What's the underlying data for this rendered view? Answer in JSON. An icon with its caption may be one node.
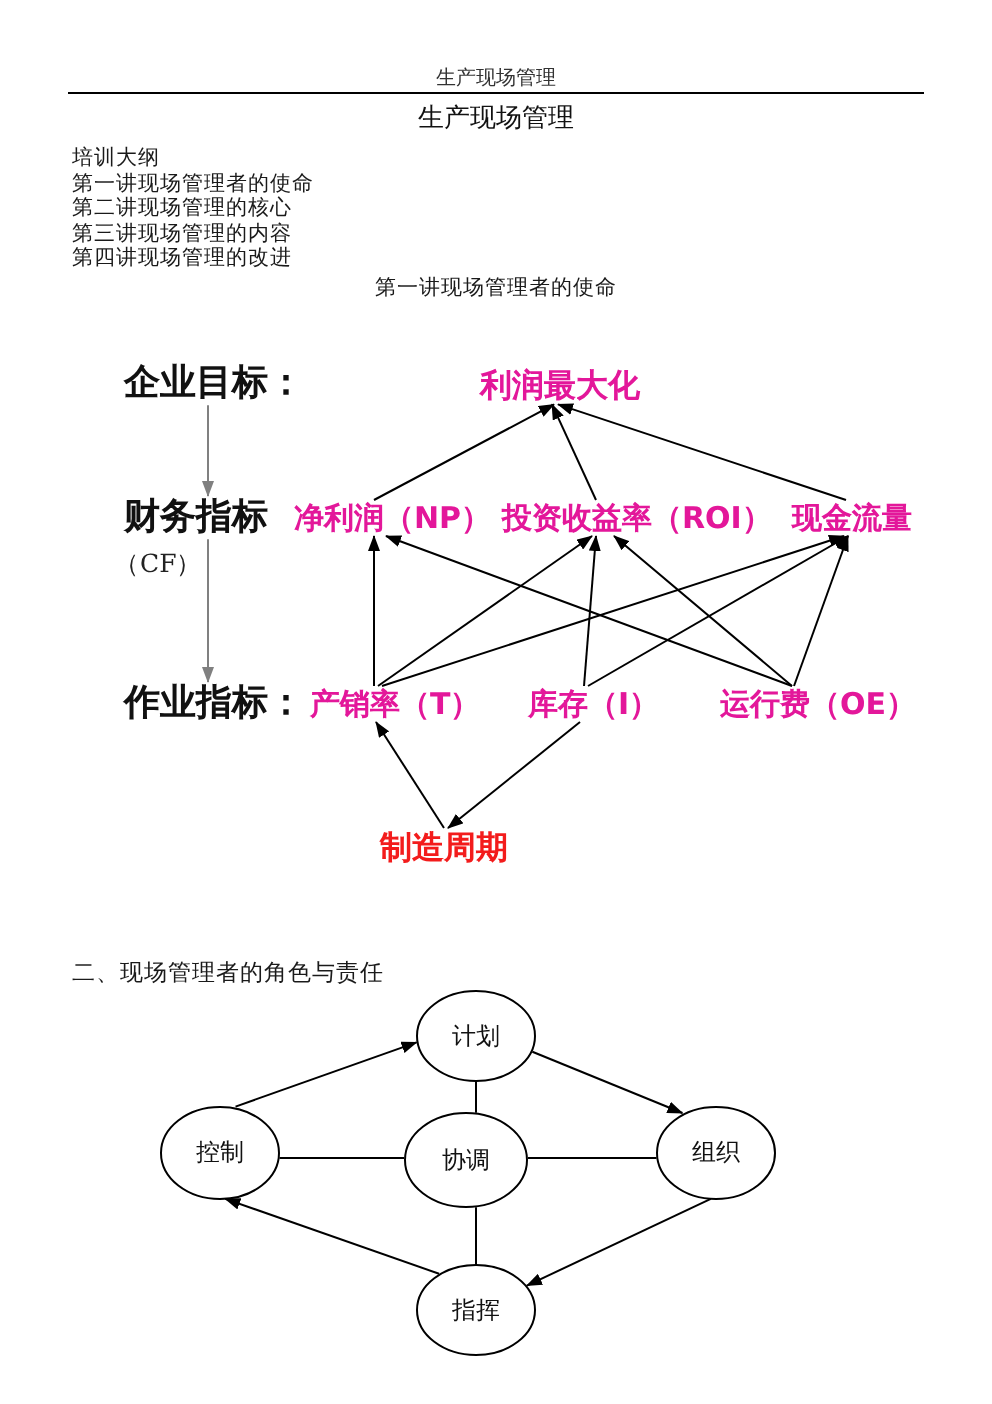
{
  "diagram": {
    "title": "生产现场管理",
    "nodes": [
      {
        "text": [
          "企业目标："
        ]
      },
      {
        "text": [
          "利润最大化"
        ]
      },
      {
        "text": [
          "财务指标"
        ],
        "beside": [
          "（CF）"
        ]
      },
      {
        "text": [
          "净利润（NP）"
        ]
      },
      {
        "text": [
          "投资收益率（ROI）"
        ]
      },
      {
        "text": [
          "现金流量"
        ]
      },
      {
        "text": [
          "作业指标："
        ]
      },
      {
        "text": [
          "产销率（T）"
        ]
      },
      {
        "text": [
          "库存（I）"
        ]
      },
      {
        "text": [
          "运行费（OE）"
        ]
      },
      {
        "text": [
          "制造周期"
        ]
      },
      {
        "text": [
          "计划"
        ]
      },
      {
        "text": [
          "控制"
        ]
      },
      {
        "text": [
          "协调"
        ]
      },
      {
        "text": [
          "组织"
        ]
      },
      {
        "text": [
          "指挥"
        ]
      }
    ],
    "edges": [
      {
        "from": 0,
        "to": 2,
        "arrow": "to",
        "color": "#808080"
      },
      {
        "from": 2,
        "to": 6,
        "arrow": "to",
        "color": "#808080"
      },
      {
        "from": 3,
        "to": 1,
        "arrow": "to"
      },
      {
        "from": 4,
        "to": 1,
        "arrow": "to"
      },
      {
        "from": 5,
        "to": 1,
        "arrow": "to"
      },
      {
        "from": 7,
        "to": 3,
        "arrow": "to"
      },
      {
        "from": 7,
        "to": 4,
        "arrow": "to"
      },
      {
        "from": 7,
        "to": 5,
        "arrow": "to"
      },
      {
        "from": 8,
        "to": 4,
        "arrow": "to"
      },
      {
        "from": 8,
        "to": 5,
        "arrow": "to"
      },
      {
        "from": 9,
        "to": 3,
        "arrow": "to"
      },
      {
        "from": 9,
        "to": 4,
        "arrow": "to"
      },
      {
        "from": 9,
        "to": 5,
        "arrow": "to"
      },
      {
        "from": 10,
        "to": 7,
        "arrow": "to"
      },
      {
        "from": 8,
        "to": 10,
        "arrow": "to"
      },
      {
        "from": 12,
        "to": 11,
        "arrow": "to"
      },
      {
        "from": 11,
        "to": 14,
        "arrow": "to"
      },
      {
        "from": 14,
        "to": 15,
        "arrow": "to"
      },
      {
        "from": 15,
        "to": 12,
        "arrow": "to"
      },
      {
        "from": 13,
        "to": 11,
        "arrow": "none"
      },
      {
        "from": 13,
        "to": 12,
        "arrow": "none"
      },
      {
        "from": 13,
        "to": 14,
        "arrow": "none"
      },
      {
        "from": 13,
        "to": 15,
        "arrow": "none"
      }
    ],
    "labels": [
      "生产现场管理",
      "培训大纲",
      "第一讲现场管理者的使命",
      "第二讲现场管理的核心",
      "第三讲现场管理的内容",
      "第四讲现场管理的改进",
      "第一讲现场管理者的使命",
      "二、现场管理者的角色与责任"
    ]
  }
}
